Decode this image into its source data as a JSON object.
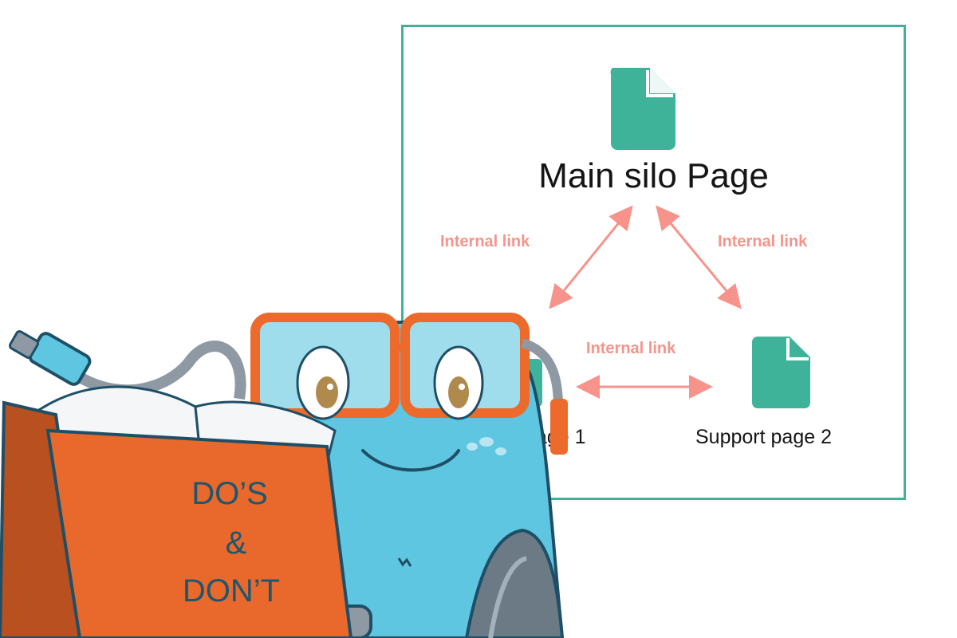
{
  "diagram": {
    "main_page_label": "Main silo Page",
    "link_left_label": "Internal link",
    "link_right_label": "Internal link",
    "link_bottom_label": "Internal link",
    "support_page_1_label": "age 1",
    "support_page_2_label": "Support page 2",
    "main_page_icon": "document-icon",
    "support_page_icon": "document-icon"
  },
  "book": {
    "line1": "DO’S",
    "line2": "&",
    "line3": "DON’T"
  },
  "colors": {
    "frame": "#3fb39a",
    "document_icon": "#3fb39a",
    "arrow": "#f7938b",
    "book_cover": "#e8692b",
    "mascot": "#5ec6e0",
    "glasses": "#ec6a2c"
  }
}
